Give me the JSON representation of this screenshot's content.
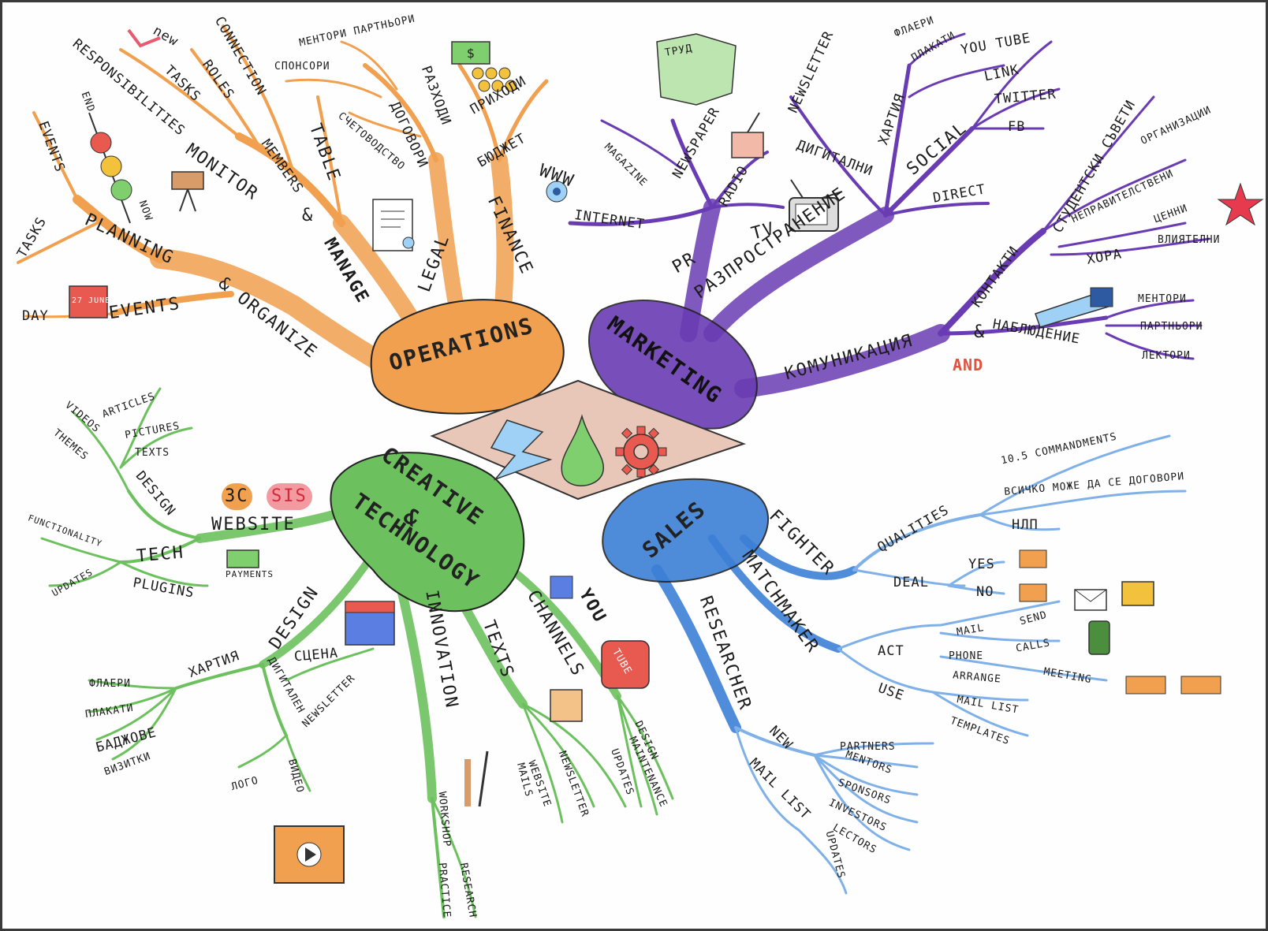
{
  "colors": {
    "operations": "#f0a04e",
    "marketing": "#6a3cb3",
    "creative": "#6cc15e",
    "sales": "#3c7fd6",
    "accent_red": "#e2503f",
    "diamond": "#e9c7b8"
  },
  "center": {
    "icons": [
      "lightning-icon",
      "drop-icon",
      "gear-icon"
    ]
  },
  "operations": {
    "title": "OPERATIONS",
    "planning": "PLANNING",
    "organize": "& ORGANIZE",
    "tasks_left": "TASKS",
    "events_top": "EVENTS",
    "end": "END",
    "now": "NOW",
    "events": "EVENTS",
    "day": "DAY",
    "calendar_text": "27 JUNE",
    "manage": "MANAGE",
    "amp": "&",
    "monitor": "MONITOR",
    "responsibilities": "RESPONSIBILITIES",
    "tasks": "TASKS",
    "members": "MEMBERS",
    "new": "new",
    "roles": "ROLES",
    "connection": "CONNECTION",
    "table": "TABLE",
    "legal": "LEGAL",
    "dogovori": "ДОГОВОРИ",
    "sponsori": "СПОНСОРИ",
    "mentori_partnyori": "МЕНТОРИ ПАРТНЬОРИ",
    "schetovodstvo": "СЧЕТОВОДСТВО",
    "finance": "FINANCE",
    "byudzhet": "БЮДЖЕТ",
    "razhodi": "РАЗХОДИ",
    "prihodi": "ПРИХОДИ"
  },
  "marketing": {
    "title": "MARKETING",
    "razprostranenie": "РАЗПРОСТРАНЕНИЕ",
    "pr": "PR",
    "internet": "INTERNET",
    "www": "WWW",
    "magazine": "MAGAZINE",
    "newspaper": "NEWSPAPER",
    "trud": "ТРУД",
    "radio": "RADIO",
    "tv": "TV",
    "newsletter": "NEWSLETTER",
    "digitalni": "ДИГИТАЛНИ",
    "hartiya": "ХАРТИЯ",
    "flaeri": "ФЛАЕРИ",
    "plakati": "ПЛАКАТИ",
    "social": "SOCIAL",
    "youtube": "YOU TUBE",
    "link": "LINK",
    "twitter": "TWITTER",
    "fb": "FB",
    "direct": "DIRECT",
    "komunikaciya": "КОМУНИКАЦИЯ",
    "amp": "&",
    "and": "AND",
    "kontakti": "КОНТАКТИ",
    "studentski": "СТУДЕНТСКИ СЪВЕТИ",
    "organizacii": "ОРГАНИЗАЦИИ",
    "nepravitelstveni": "НЕПРАВИТЕЛСТВЕНИ",
    "cenni": "ЦЕННИ",
    "hora": "ХОРА",
    "vliyatelni": "ВЛИЯТЕЛНИ",
    "nablyudenie": "НАБЛЮДЕНИЕ",
    "mentori": "МЕНТОРИ",
    "partnyori": "ПАРТНЬОРИ",
    "lektori": "ЛЕКТОРИ"
  },
  "creative": {
    "title_1": "CREATIVE",
    "title_2": "&",
    "title_3": "TECHNOLOGY",
    "website": "WEBSITE",
    "badge_3c": "3C",
    "badge_sis": "SIS",
    "design_top": "DESIGN",
    "themes": "THEMES",
    "videos": "VIDEOS",
    "articles": "ARTICLES",
    "pictures": "PICTURES",
    "texts_top": "TEXTS",
    "tech": "TECH",
    "functionality": "FUNCTIONALITY",
    "updates": "UPDATES",
    "plugins": "PLUGINS",
    "payments": "PAYMENTS",
    "design": "DESIGN",
    "hartiya": "ХАРТИЯ",
    "flaeri": "ФЛАЕРИ",
    "plakati": "ПЛАКАТИ",
    "badzhove": "БАДЖОВЕ",
    "vizitki": "ВИЗИТКИ",
    "scena": "СЦЕНА",
    "digitalen": "ДИГИТАЛЕН",
    "newsletter": "NEWSLETTER",
    "logo": "ЛОГО",
    "video": "ВИДЕО",
    "innovation": "INNOVATION",
    "workshop": "WORKSHOP",
    "practice": "PRACTICE",
    "research": "RESEARCH",
    "texts": "TEXTS",
    "mails": "MAILS",
    "website_sub": "WEBSITE",
    "newsletter_sub": "NEWSLETTER",
    "channels": "CHANNELS",
    "you": "YOU",
    "tube": "TUBE",
    "design_ch": "DESIGN",
    "maintenance": "MAINTENANCE",
    "updates_ch": "UPDATES"
  },
  "sales": {
    "title": "SALES",
    "fighter": "FIGHTER",
    "qualities": "QUALITIES",
    "commandments": "10.5 COMMANDMENTS",
    "vsichko": "ВСИЧКО МОЖЕ ДА СЕ ДОГОВОРИ",
    "nlp": "НЛП",
    "deal": "DEAL",
    "yes": "YES",
    "no": "NO",
    "matchmaker": "MATCHMAKER",
    "act": "ACT",
    "mail": "MAIL",
    "send": "SEND",
    "phone": "PHONE",
    "calls": "CALLS",
    "arrange": "ARRANGE",
    "meeting": "MEETING",
    "use": "USE",
    "mail_list": "MAIL LIST",
    "templates": "TEMPLATES",
    "researcher": "RESEARCHER",
    "new": "NEW",
    "mail_list_r": "MAIL LIST",
    "updates": "UPDATES",
    "partners": "PARTNERS",
    "mentors": "MENTORS",
    "sponsors": "SPONSORS",
    "investors": "INVESTORS",
    "lectors": "LECTORS"
  }
}
